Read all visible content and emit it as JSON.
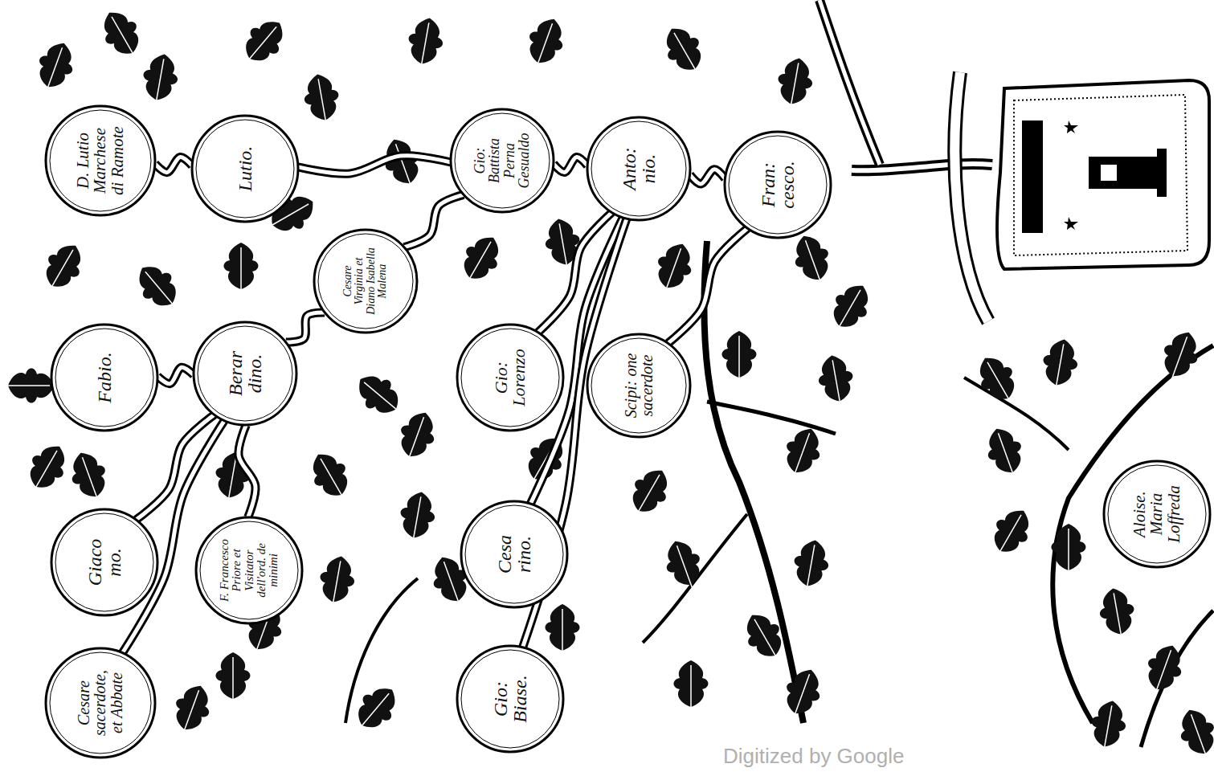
{
  "diagram": {
    "nodes": [
      {
        "text": [
          "D. Lutio Marchese di Ramote"
        ]
      },
      {
        "text": [
          "Lutio."
        ]
      },
      {
        "text": [
          "Gio: Battista Perna Gesualdo"
        ]
      },
      {
        "text": [
          "Anto: nio."
        ]
      },
      {
        "text": [
          "Fran: cesco."
        ]
      },
      {
        "text": [
          "Fabio."
        ]
      },
      {
        "text": [
          "Berar dino."
        ]
      },
      {
        "text": [
          "Cesare Virginia et Diano Isabella Malena"
        ]
      },
      {
        "text": [
          "Gio: Lorenzo"
        ]
      },
      {
        "text": [
          "Scipi: one sacerdote"
        ]
      },
      {
        "text": [
          "Giaco mo."
        ]
      },
      {
        "text": [
          "F. Francesco Priore et Visitator dell'ord. de minimi"
        ]
      },
      {
        "text": [
          "Cesa rino."
        ]
      },
      {
        "text": [
          "Cesare sacerdote, et Abbate"
        ]
      },
      {
        "text": [
          "Gio: Biase."
        ]
      },
      {
        "text": [
          "Aloise. Maria Loffreda"
        ]
      }
    ],
    "edges": [
      {
        "from": 4,
        "to": 3,
        "arrow": "none"
      },
      {
        "from": 4,
        "to": 9,
        "arrow": "none"
      },
      {
        "from": 3,
        "to": 2,
        "arrow": "none"
      },
      {
        "from": 3,
        "to": 8,
        "arrow": "none"
      },
      {
        "from": 3,
        "to": 12,
        "arrow": "none"
      },
      {
        "from": 3,
        "to": 14,
        "arrow": "none"
      },
      {
        "from": 2,
        "to": 1,
        "arrow": "none"
      },
      {
        "from": 2,
        "to": 7,
        "arrow": "none"
      },
      {
        "from": 1,
        "to": 0,
        "arrow": "none"
      },
      {
        "from": 7,
        "to": 6,
        "arrow": "none"
      },
      {
        "from": 6,
        "to": 5,
        "arrow": "none"
      },
      {
        "from": 6,
        "to": 10,
        "arrow": "none"
      },
      {
        "from": 6,
        "to": 11,
        "arrow": "none"
      },
      {
        "from": 6,
        "to": 13,
        "arrow": "none"
      }
    ],
    "labels": [
      "Digitized by Google"
    ]
  }
}
